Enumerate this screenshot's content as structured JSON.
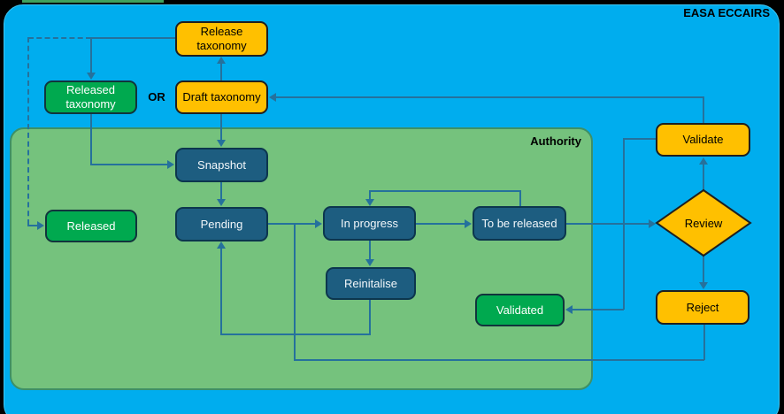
{
  "header": {
    "brand": "EASA ECCAIRS"
  },
  "palette": {
    "bg": "#00ADEE",
    "panel-border": "#3FC6F3",
    "region": "#75C27D",
    "region-border": "#3E9066",
    "yellow": "#FFC000",
    "yellow-border": "#1F1F1F",
    "green": "#00A94F",
    "green-border": "#11343C",
    "dark": "#1D5D80",
    "dark-border": "#0C364E",
    "line": "#25719C"
  },
  "region": {
    "label": "Authority"
  },
  "labels": {
    "or": "OR"
  },
  "nodes": {
    "release_taxonomy": {
      "label": "Release\ntaxonomy",
      "color": "yellow"
    },
    "released_taxonomy": {
      "label": "Released\ntaxonomy",
      "color": "green"
    },
    "draft_taxonomy": {
      "label": "Draft taxonomy",
      "color": "yellow"
    },
    "snapshot": {
      "label": "Snapshot",
      "color": "dark"
    },
    "released": {
      "label": "Released",
      "color": "green"
    },
    "pending": {
      "label": "Pending",
      "color": "dark"
    },
    "in_progress": {
      "label": "In progress",
      "color": "dark"
    },
    "to_be_released": {
      "label": "To be released",
      "color": "dark"
    },
    "reinitalise": {
      "label": "Reinitalise",
      "color": "dark"
    },
    "validated": {
      "label": "Validated",
      "color": "green"
    },
    "validate": {
      "label": "Validate",
      "color": "yellow"
    },
    "review": {
      "label": "Review",
      "color": "yellow",
      "shape": "diamond"
    },
    "reject": {
      "label": "Reject",
      "color": "yellow"
    }
  },
  "edges": [
    {
      "from": "release_taxonomy",
      "to": "released_taxonomy",
      "style": "solid"
    },
    {
      "from": "release_taxonomy",
      "to": "released",
      "style": "dashed"
    },
    {
      "from": "draft_taxonomy",
      "to": "release_taxonomy",
      "style": "solid"
    },
    {
      "from": "released_taxonomy",
      "to": "snapshot",
      "style": "solid"
    },
    {
      "from": "draft_taxonomy",
      "to": "snapshot",
      "style": "solid"
    },
    {
      "from": "snapshot",
      "to": "pending",
      "style": "solid"
    },
    {
      "from": "pending",
      "to": "in_progress",
      "style": "solid"
    },
    {
      "from": "in_progress",
      "to": "to_be_released",
      "style": "solid"
    },
    {
      "from": "to_be_released",
      "to": "in_progress",
      "style": "solid"
    },
    {
      "from": "in_progress",
      "to": "reinitalise",
      "style": "solid"
    },
    {
      "from": "reinitalise",
      "to": "pending",
      "style": "solid"
    },
    {
      "from": "to_be_released",
      "to": "review",
      "style": "solid"
    },
    {
      "from": "review",
      "to": "validate",
      "style": "solid"
    },
    {
      "from": "validate",
      "to": "draft_taxonomy",
      "style": "solid"
    },
    {
      "from": "validate",
      "to": "validated",
      "style": "solid"
    },
    {
      "from": "review",
      "to": "reject",
      "style": "solid"
    },
    {
      "from": "reject",
      "to": "in_progress",
      "style": "solid"
    }
  ]
}
